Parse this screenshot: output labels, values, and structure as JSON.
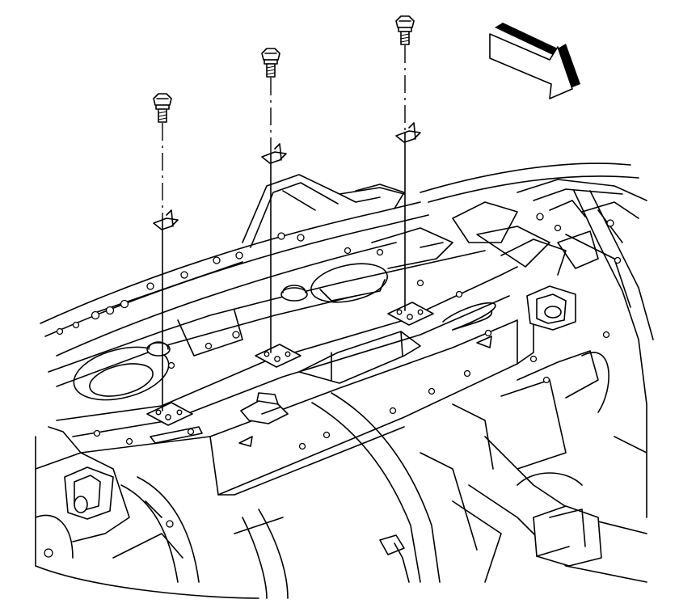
{
  "diagram": {
    "kind": "technical line drawing (exploded view)",
    "fasteners": [
      {
        "name": "bolt-left"
      },
      {
        "name": "bolt-center"
      },
      {
        "name": "bolt-right"
      }
    ],
    "direction_indicator": "forward-arrow-icon",
    "colors": {
      "ink": "#000000",
      "paper": "#ffffff"
    }
  }
}
